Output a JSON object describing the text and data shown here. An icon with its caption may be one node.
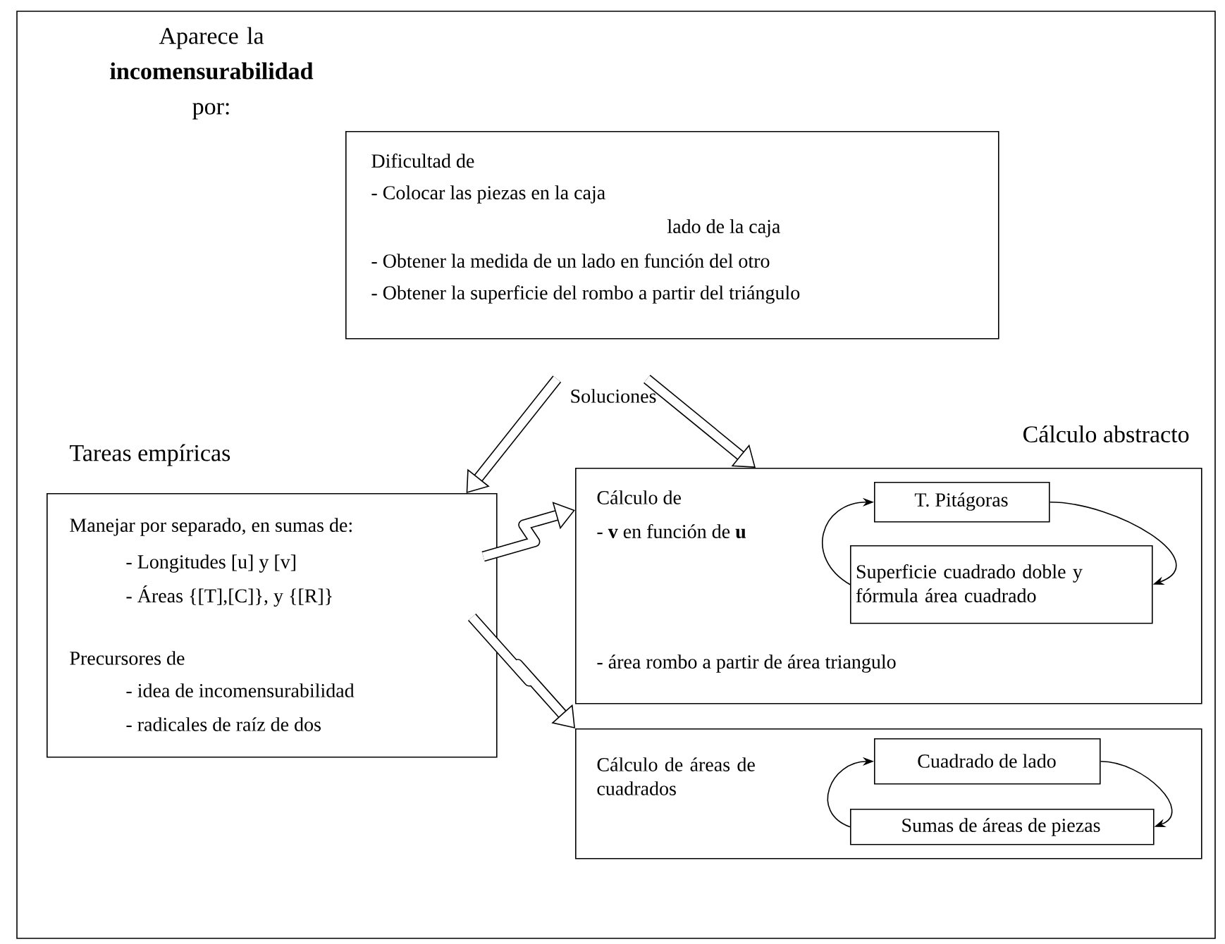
{
  "diagram": {
    "nodes": [
      {
        "text": [
          "Dificultad de",
          "- Colocar las piezas en la caja",
          "lado de la caja",
          "- Obtener la medida de un lado en función del otro",
          "- Obtener la superficie del rombo a partir del triángulo"
        ]
      },
      {
        "text": [
          "Soluciones"
        ]
      },
      {
        "text": [
          "Tareas empíricas",
          "Manejar por separado, en sumas de:",
          "- Longitudes [u] y [v]",
          "- Áreas {[T],[C]}, y {[R]}",
          "Precursores de",
          "- idea de incomensurabilidad",
          "- radicales de raíz de dos"
        ]
      },
      {
        "text": [
          "Cálculo abstracto",
          "Cálculo de",
          "- **v** en función de **u**",
          "- área rombo a partir de área triangulo"
        ]
      },
      {
        "text": [
          "T. Pitágoras"
        ],
        "in": 3
      },
      {
        "text": [
          "Superficie cuadrado doble y fórmula área cuadrado"
        ],
        "in": 3
      },
      {
        "text": [
          "Cálculo de áreas de cuadrados"
        ]
      },
      {
        "text": [
          "Cuadrado de lado"
        ],
        "in": 6
      },
      {
        "text": [
          "Sumas de áreas de piezas"
        ],
        "in": 6
      }
    ],
    "edges": [
      {
        "from": 1,
        "to": 2,
        "arrow": "to",
        "style": "thick"
      },
      {
        "from": 1,
        "to": 3,
        "arrow": "to",
        "style": "thick"
      },
      {
        "from": 2,
        "to": 3,
        "arrow": "to",
        "style": "thick"
      },
      {
        "from": 2,
        "to": 6,
        "arrow": "to",
        "style": "thick"
      },
      {
        "from": 5,
        "to": 4,
        "arrow": "to"
      },
      {
        "from": 4,
        "to": 5,
        "arrow": "to"
      },
      {
        "from": 8,
        "to": 7,
        "arrow": "to"
      },
      {
        "from": 7,
        "to": 8,
        "arrow": "to"
      }
    ],
    "labels": [
      "Aparece la **incomensurabilidad** por:"
    ]
  }
}
